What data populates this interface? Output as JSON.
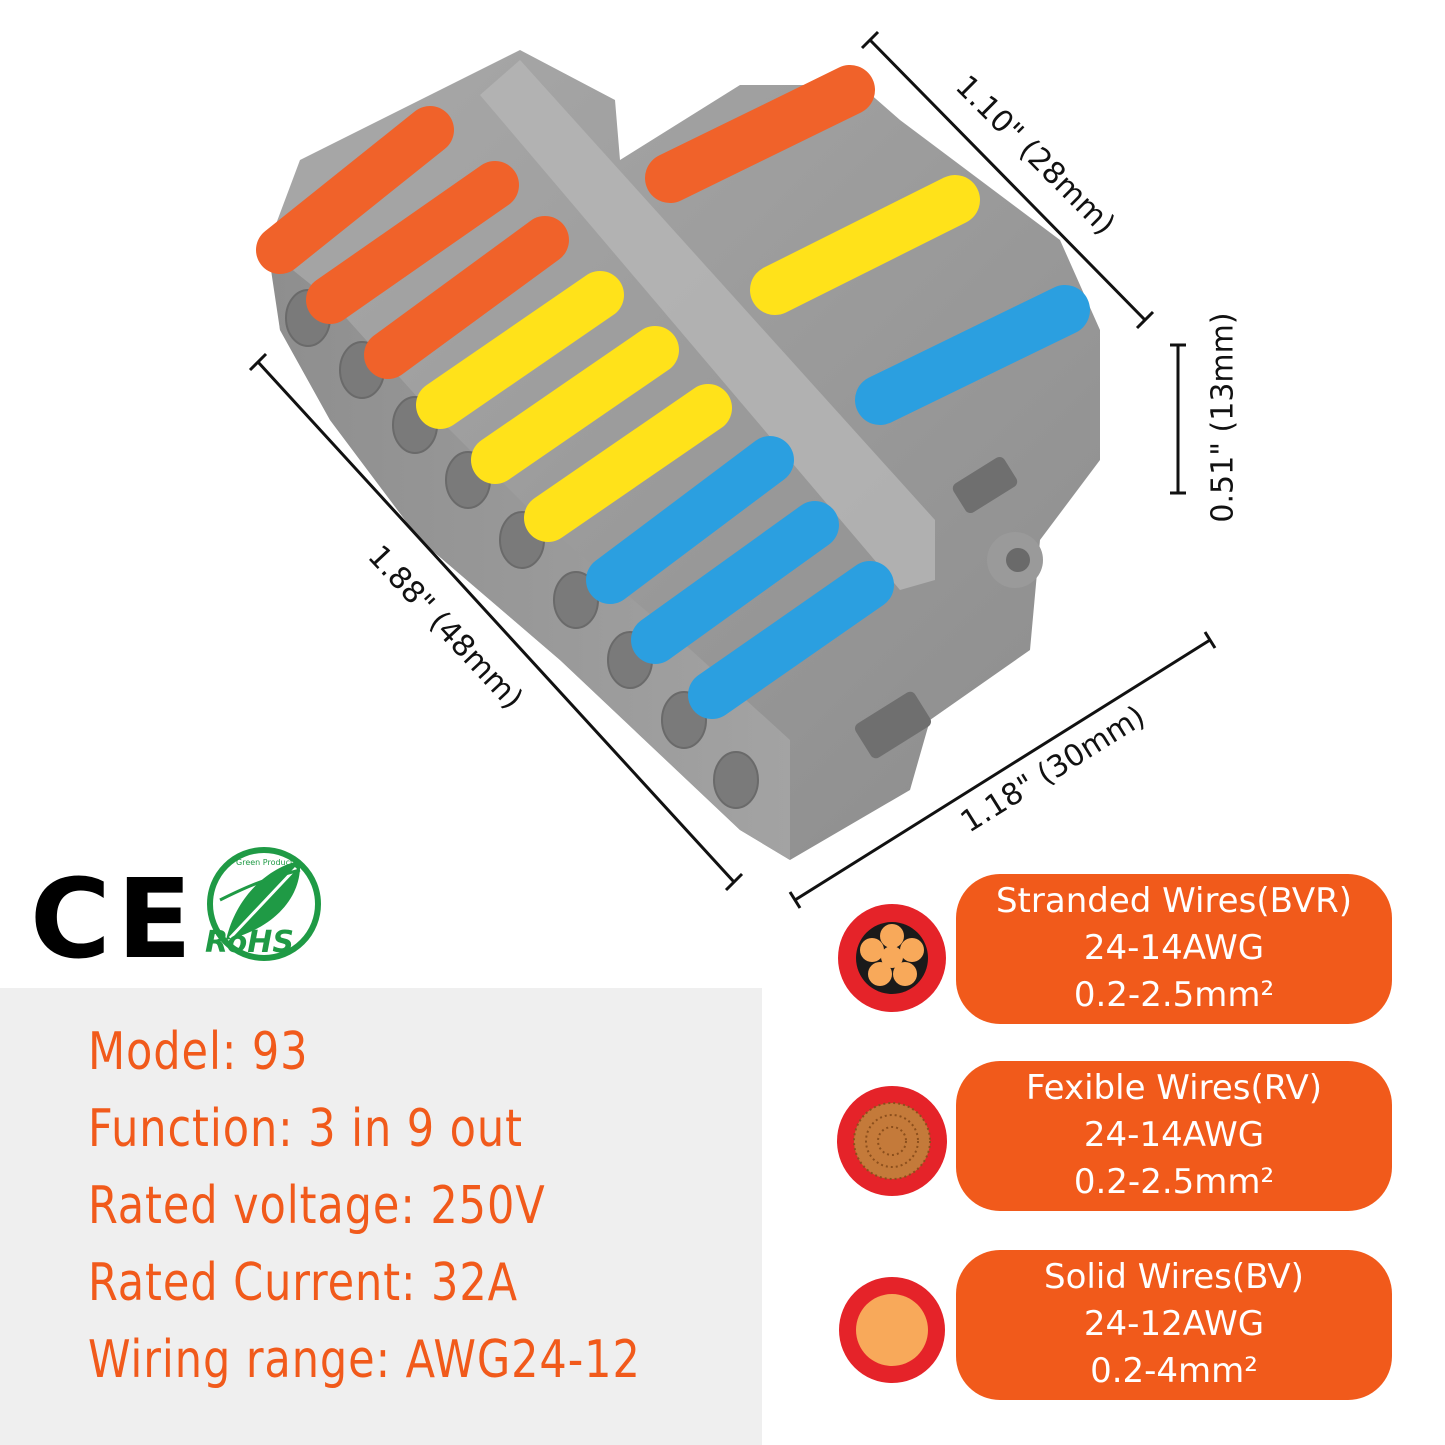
{
  "dimensions": {
    "top_width": "1.10\" (28mm)",
    "height": "0.51\" (13mm)",
    "length": "1.88\" (48mm)",
    "depth": "1.18\" (30mm)"
  },
  "certifications": {
    "ce_mark": "CE",
    "rohs_label": "RoHS",
    "rohs_ring_text": "Green Product"
  },
  "specs": [
    {
      "label": "Model:",
      "value": "93"
    },
    {
      "label": "Function:",
      "value": "3 in 9 out"
    },
    {
      "label": "Rated voltage:",
      "value": "250V"
    },
    {
      "label": "Rated Current:",
      "value": "32A"
    },
    {
      "label": "Wiring range:",
      "value": "AWG24-12"
    }
  ],
  "wire_types": [
    {
      "name": "Stranded Wires(BVR)",
      "awg": "24-14AWG",
      "area": "0.2-2.5mm²",
      "icon": "stranded-wire-icon"
    },
    {
      "name": "Fexible Wires(RV)",
      "awg": "24-14AWG",
      "area": "0.2-2.5mm²",
      "icon": "flexible-wire-icon"
    },
    {
      "name": "Solid Wires(BV)",
      "awg": "24-12AWG",
      "area": "0.2-4mm²",
      "icon": "solid-wire-icon"
    }
  ],
  "colors": {
    "accent_orange": "#f15a1b",
    "lever_orange": "#f0622a",
    "lever_yellow": "#ffe21a",
    "lever_blue": "#2b9fe0",
    "body_gray": "#9a9a9a",
    "rohs_green": "#1f9a45"
  }
}
